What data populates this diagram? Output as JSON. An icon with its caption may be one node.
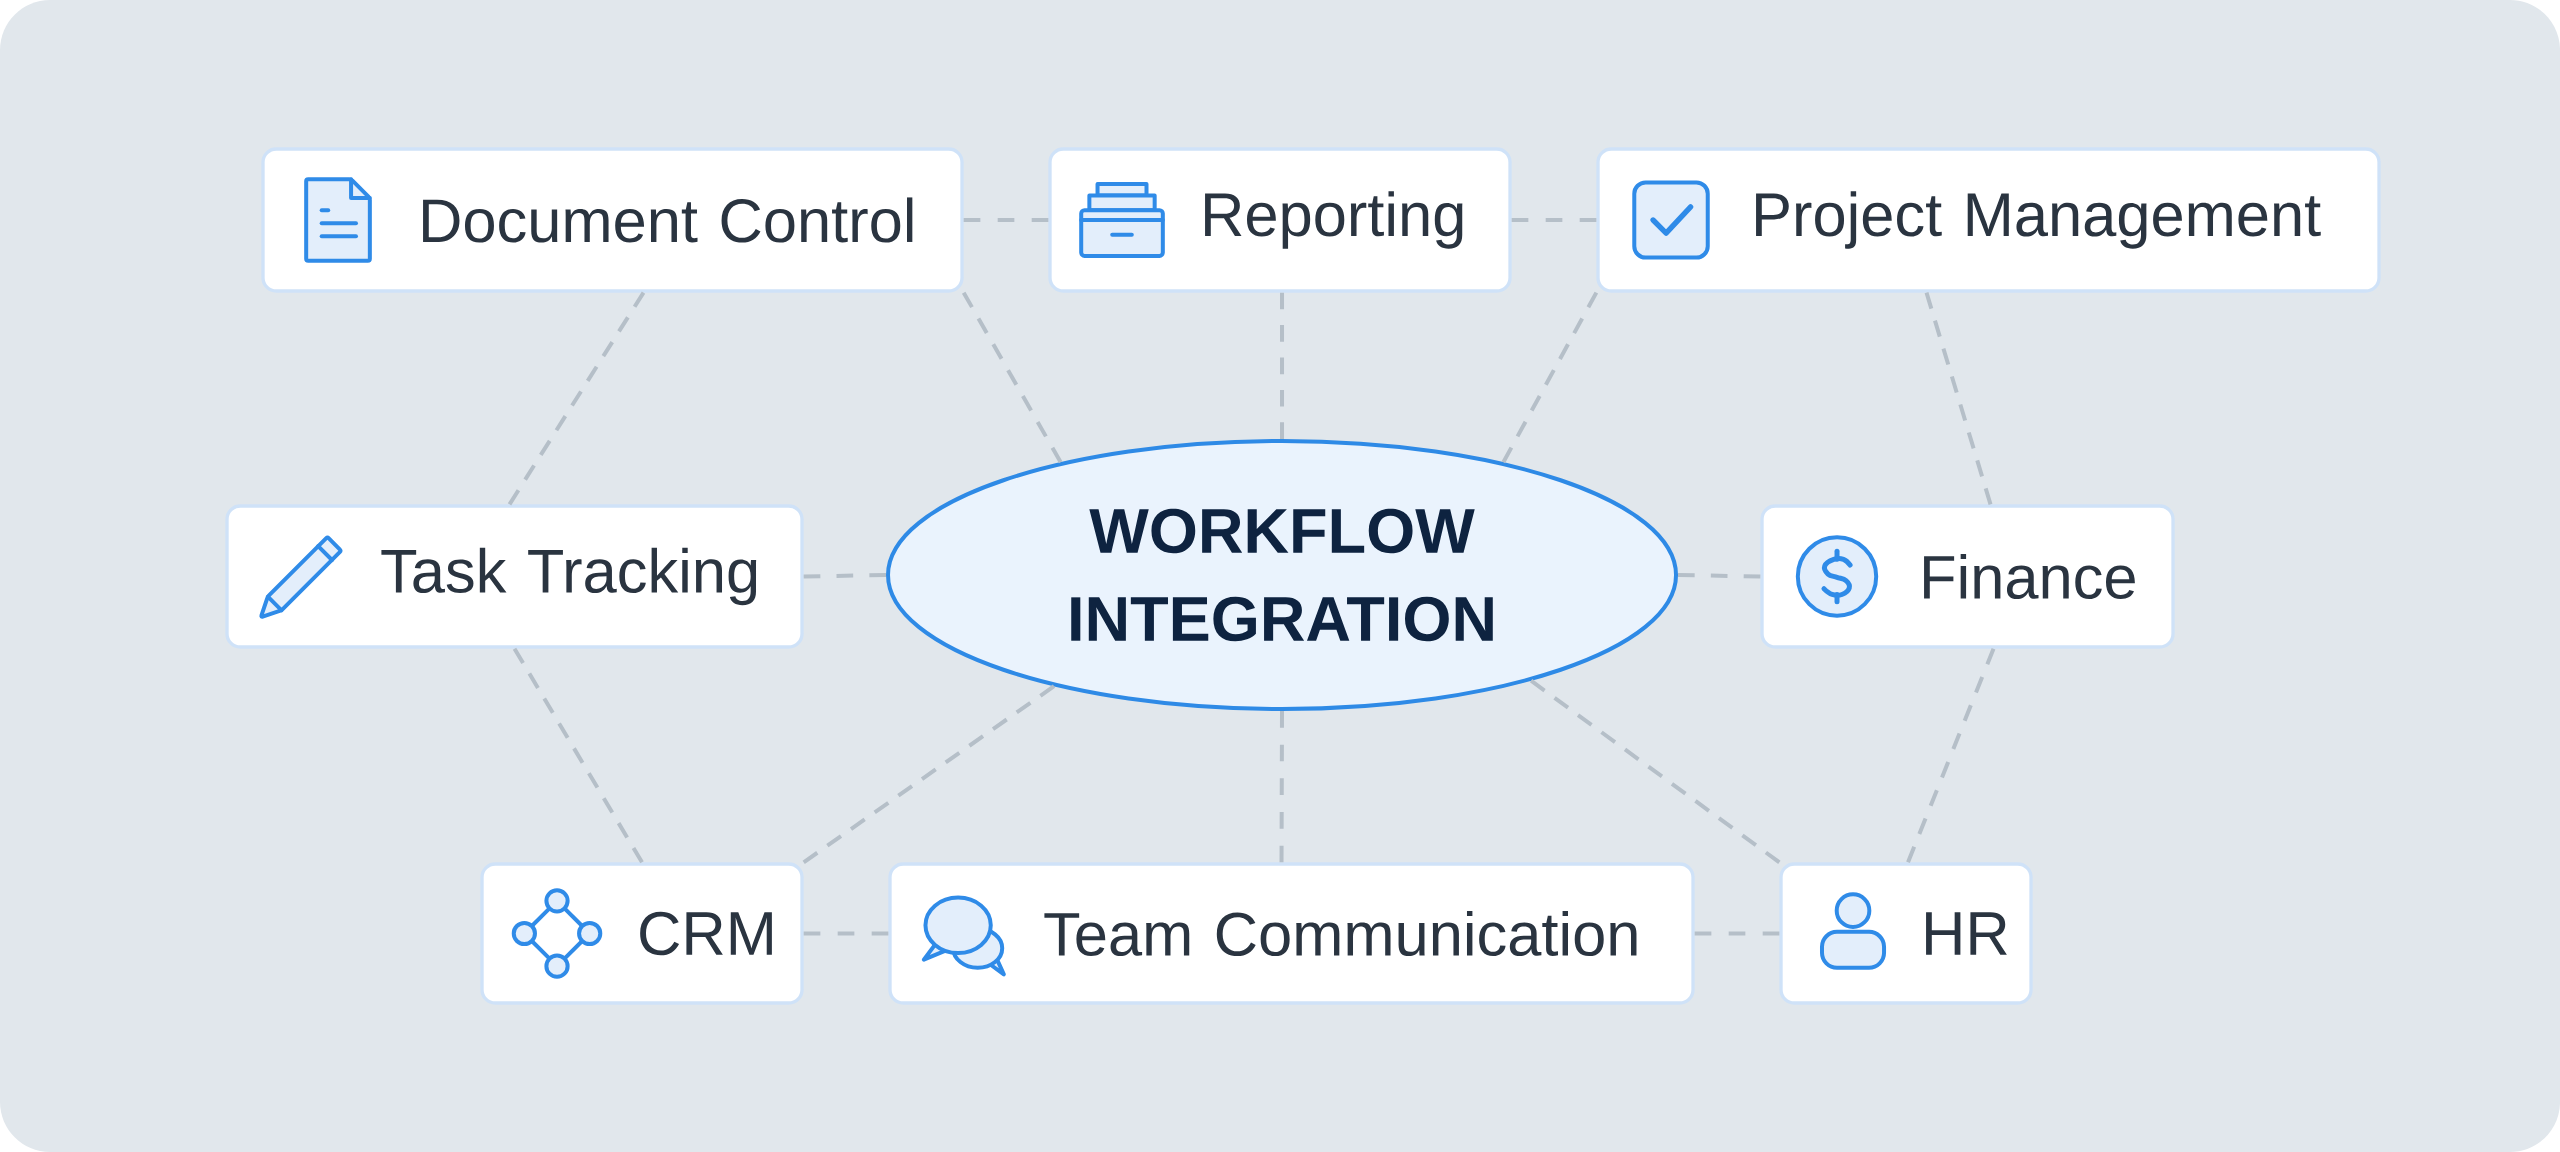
{
  "diagram": {
    "nodes": [
      {
        "text": [
          "Document Control"
        ]
      },
      {
        "text": [
          "Reporting"
        ]
      },
      {
        "text": [
          "Project Management"
        ]
      },
      {
        "text": [
          "Task Tracking"
        ]
      },
      {
        "text": [
          "WORKFLOW INTEGRATION"
        ]
      },
      {
        "text": [
          "Finance"
        ]
      },
      {
        "text": [
          "CRM"
        ]
      },
      {
        "text": [
          "Team Communication"
        ]
      },
      {
        "text": [
          "HR"
        ]
      }
    ],
    "edges": [
      {
        "from": 0,
        "to": 1,
        "arrow": "none",
        "style": "dashed"
      },
      {
        "from": 1,
        "to": 2,
        "arrow": "none",
        "style": "dashed"
      },
      {
        "from": 0,
        "to": 3,
        "arrow": "none",
        "style": "dashed"
      },
      {
        "from": 0,
        "to": 4,
        "arrow": "none",
        "style": "dashed"
      },
      {
        "from": 1,
        "to": 4,
        "arrow": "none",
        "style": "dashed"
      },
      {
        "from": 2,
        "to": 4,
        "arrow": "none",
        "style": "dashed"
      },
      {
        "from": 2,
        "to": 5,
        "arrow": "none",
        "style": "dashed"
      },
      {
        "from": 3,
        "to": 4,
        "arrow": "none",
        "style": "dashed"
      },
      {
        "from": 5,
        "to": 4,
        "arrow": "none",
        "style": "dashed"
      },
      {
        "from": 3,
        "to": 6,
        "arrow": "none",
        "style": "dashed"
      },
      {
        "from": 6,
        "to": 4,
        "arrow": "none",
        "style": "dashed"
      },
      {
        "from": 6,
        "to": 7,
        "arrow": "none",
        "style": "dashed"
      },
      {
        "from": 7,
        "to": 4,
        "arrow": "none",
        "style": "dashed"
      },
      {
        "from": 7,
        "to": 8,
        "arrow": "none",
        "style": "dashed"
      },
      {
        "from": 8,
        "to": 4,
        "arrow": "none",
        "style": "dashed"
      },
      {
        "from": 5,
        "to": 8,
        "arrow": "none",
        "style": "dashed"
      }
    ]
  }
}
